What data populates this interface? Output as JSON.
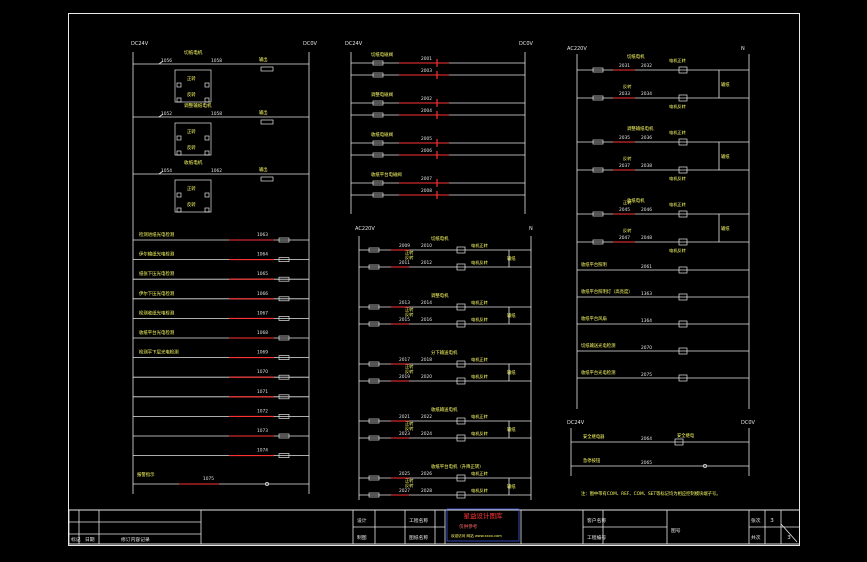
{
  "sheet": {
    "left_panel": {
      "bus_left": "DC24V",
      "bus_right": "DC0V",
      "motor_groups": [
        {
          "title": "切纸电机",
          "wire_a": "1056",
          "wire_b": "1058",
          "fwd": "正转",
          "rev": "反转",
          "out": "输出"
        },
        {
          "title": "调整输纸电机",
          "wire_a": "1052",
          "wire_b": "1058",
          "fwd": "正转",
          "rev": "反转",
          "out": "输出"
        },
        {
          "title": "收纸电机",
          "wire_a": "1054",
          "wire_b": "1062",
          "fwd": "正转",
          "rev": "反转",
          "out": "输出"
        }
      ],
      "sensor_lines": [
        {
          "label": "检测进纸光电检测",
          "wire": "1063"
        },
        {
          "label": "伊尔输纸光电检测",
          "wire": "1064"
        },
        {
          "label": "纸张下压光电检测",
          "wire": "1065"
        },
        {
          "label": "伊尔下压光电检测",
          "wire": "1066"
        },
        {
          "label": "检测收纸光电检测",
          "wire": "1067"
        },
        {
          "label": "收纸平台光电检测",
          "wire": "1068"
        },
        {
          "label": "检测平下层光电检测",
          "wire": "1069"
        },
        {
          "label": "",
          "wire": "1070"
        },
        {
          "label": "",
          "wire": "1071"
        },
        {
          "label": "",
          "wire": "1072"
        },
        {
          "label": "",
          "wire": "1073"
        },
        {
          "label": "",
          "wire": "1074"
        }
      ],
      "alarm": {
        "label": "报警指示",
        "wire": "1075"
      }
    },
    "mid_top_panel": {
      "bus_left": "DC24V",
      "bus_right": "DC0V",
      "groups": [
        {
          "label": "切纸电磁阀",
          "wire_a": "2001",
          "wire_b": "2003"
        },
        {
          "label": "调整电磁阀",
          "wire_a": "2002",
          "wire_b": "2004"
        },
        {
          "label": "收纸电磁阀",
          "wire_a": "2005",
          "wire_b": "2006"
        },
        {
          "label": "收纸平台电磁阀",
          "wire_a": "2007",
          "wire_b": "2008"
        }
      ]
    },
    "mid_bot_panel": {
      "bus_left": "AC220V",
      "bus_right": "N",
      "groups": [
        {
          "title": "切纸电机",
          "w1": "2009",
          "w2": "2010",
          "w3": "2011",
          "w4": "2012",
          "fwd": "正转",
          "rev": "反转",
          "k1": "电机正转",
          "k2": "电机反转",
          "motor": "输纸"
        },
        {
          "title": "调整电机",
          "w1": "2013",
          "w2": "2014",
          "w3": "2015",
          "w4": "2016",
          "fwd": "正转",
          "rev": "反转",
          "k1": "电机正转",
          "k2": "电机反转",
          "motor": "输纸"
        },
        {
          "title": "分下输送电机",
          "w1": "2017",
          "w2": "2018",
          "w3": "2019",
          "w4": "2020",
          "fwd": "正转",
          "rev": "反转",
          "k1": "电机正转",
          "k2": "电机反转",
          "motor": "输纸"
        },
        {
          "title": "收纸输送电机",
          "w1": "2021",
          "w2": "2022",
          "w3": "2023",
          "w4": "2024",
          "fwd": "正转",
          "rev": "反转",
          "k1": "电机正转",
          "k2": "电机反转",
          "motor": "输纸"
        },
        {
          "title": "收纸平台电机（升降正转）",
          "w1": "2025",
          "w2": "2026",
          "w3": "2027",
          "w4": "2028",
          "fwd": "正转",
          "rev": "反转",
          "k1": "电机正转",
          "k2": "电机反转",
          "motor": "输纸"
        }
      ]
    },
    "right_panel": {
      "bus_left": "AC220V",
      "bus_right": "N",
      "groups": [
        {
          "title": "切纸电机",
          "w1": "2031",
          "w2": "2032",
          "w3": "2033",
          "w4": "2034",
          "rev": "反转",
          "k1": "电机正转",
          "k2": "电机反转",
          "motor": "输纸"
        },
        {
          "title": "调整输纸电机",
          "w1": "2035",
          "w2": "2036",
          "w3": "2037",
          "w4": "2038",
          "rev": "反转",
          "k1": "电机正转",
          "k2": "电机反转",
          "motor": "输纸"
        },
        {
          "title": "收纸电机",
          "w1": "2045",
          "w2": "2046",
          "w3": "2047",
          "w4": "2048",
          "fwd": "正转",
          "rev": "反转",
          "k1": "电机正转",
          "k2": "电机反转",
          "motor": "输纸"
        }
      ],
      "singles": [
        {
          "label": "收纸平台照明",
          "wire": "2061"
        },
        {
          "label": "收纸平台照明灯（高亮度）",
          "wire": "1363"
        },
        {
          "label": "收纸平台风扇",
          "wire": "1364"
        },
        {
          "label": "切纸输送光电检测",
          "wire": "2070"
        },
        {
          "label": "收纸平台光电检测",
          "wire": "2075"
        }
      ],
      "dc_panel": {
        "bus_left": "DC24V",
        "bus_right": "DC0V",
        "rows": [
          {
            "label": "安全继电器",
            "wire": "2064",
            "out": "安全继电"
          },
          {
            "label": "急停按钮",
            "wire": "2065",
            "out": ""
          }
        ]
      },
      "note": "注：图中带有COM、REF、COM、SET等标记均为相应控制模块端子号。"
    },
    "title_block": {
      "rev_col": "标记",
      "date_col": "日期",
      "rev_content_col": "修订内容记录",
      "design": "设计",
      "check": "制图",
      "project": "工程名称",
      "drawing": "图纸名称",
      "logo_line1": "星益设计图库",
      "logo_line2": "仅供参考",
      "logo_line3": "欢迎访问 网站 www.xxxx.com",
      "client": "客户名称",
      "job_no": "工程编号",
      "scale_label": "图号",
      "sheet_label": "张次",
      "total_label": "共次",
      "sheet_no": "3",
      "sheet_total": "3"
    }
  }
}
